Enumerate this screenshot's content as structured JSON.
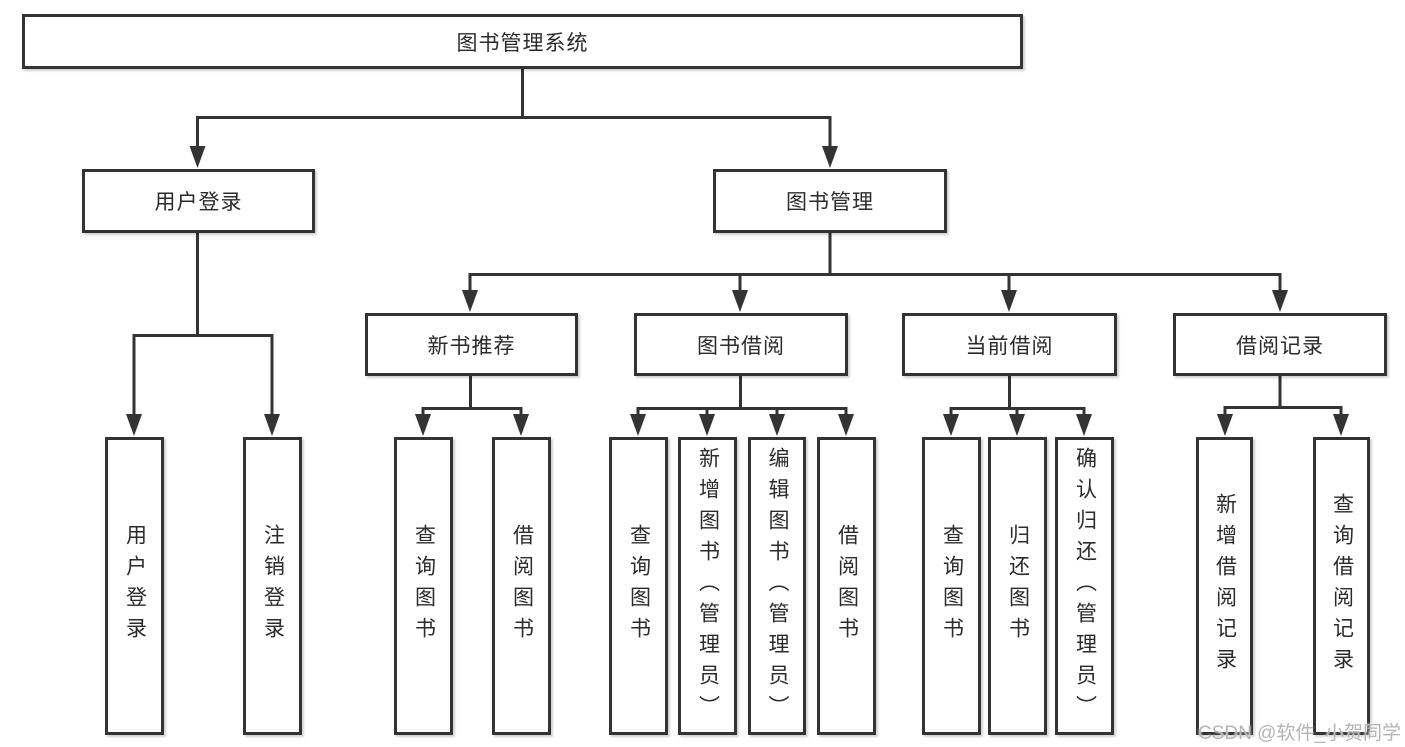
{
  "diagram": {
    "type": "hierarchy-tree",
    "watermark": "CSDN @软件_小贺同学",
    "colors": {
      "line": "#333333",
      "box_border": "#333333",
      "box_background": "#ffffff",
      "text": "#2b2b2b",
      "watermark": "#b5b5b5"
    },
    "nodes": {
      "root": "图书管理系统",
      "l2": [
        "用户登录",
        "图书管理"
      ],
      "l3": [
        "新书推荐",
        "图书借阅",
        "当前借阅",
        "借阅记录"
      ],
      "leaves_user_login": [
        "用户登录",
        "注销登录"
      ],
      "leaves_new_book": [
        "查询图书",
        "借阅图书"
      ],
      "leaves_book_borrow": [
        "查询图书",
        "新增图书（管理员）",
        "编辑图书（管理员）",
        "借阅图书"
      ],
      "leaves_current_borrow": [
        "查询图书",
        "归还图书",
        "确认归还（管理员）"
      ],
      "leaves_borrow_record": [
        "新增借阅记录",
        "查询借阅记录"
      ]
    },
    "structure": {
      "图书管理系统": [
        "用户登录",
        "图书管理"
      ],
      "用户登录": [
        "用户登录",
        "注销登录"
      ],
      "图书管理": [
        "新书推荐",
        "图书借阅",
        "当前借阅",
        "借阅记录"
      ],
      "新书推荐": [
        "查询图书",
        "借阅图书"
      ],
      "图书借阅": [
        "查询图书",
        "新增图书（管理员）",
        "编辑图书（管理员）",
        "借阅图书"
      ],
      "当前借阅": [
        "查询图书",
        "归还图书",
        "确认归还（管理员）"
      ],
      "借阅记录": [
        "新增借阅记录",
        "查询借阅记录"
      ]
    }
  }
}
